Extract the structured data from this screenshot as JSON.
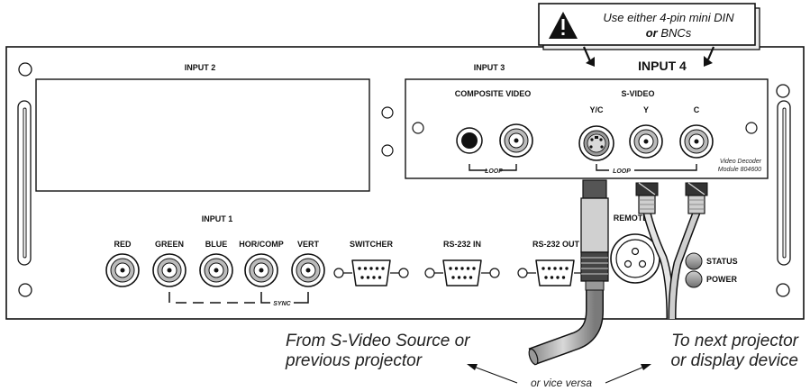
{
  "callout_top": {
    "line1": "Use either 4-pin mini DIN",
    "line2_bold": "or",
    "line2_rest": " BNCs"
  },
  "panel": {
    "input2": "INPUT 2",
    "input3": "INPUT 3",
    "input4": "INPUT 4",
    "input1": "INPUT 1",
    "composite_video": "COMPOSITE VIDEO",
    "svideo": "S-VIDEO",
    "yc": "Y/C",
    "y": "Y",
    "c": "C",
    "loop1": "LOOP",
    "loop2": "LOOP",
    "decoder_line1": "Video Decoder",
    "decoder_line2": "Module 804600",
    "remote": "REMOTE",
    "status": "STATUS",
    "power": "POWER",
    "sync": "SYNC",
    "input1_labels": [
      "RED",
      "GREEN",
      "BLUE",
      "HOR/COMP",
      "VERT"
    ],
    "switcher": "SWITCHER",
    "rs232in": "RS-232 IN",
    "rs232out": "RS-232 OUT"
  },
  "captions": {
    "left_line1": "From S-Video Source or",
    "left_line2": "previous projector",
    "right_line1": "To next projector",
    "right_line2": "or display device",
    "middle": "or vice versa"
  }
}
